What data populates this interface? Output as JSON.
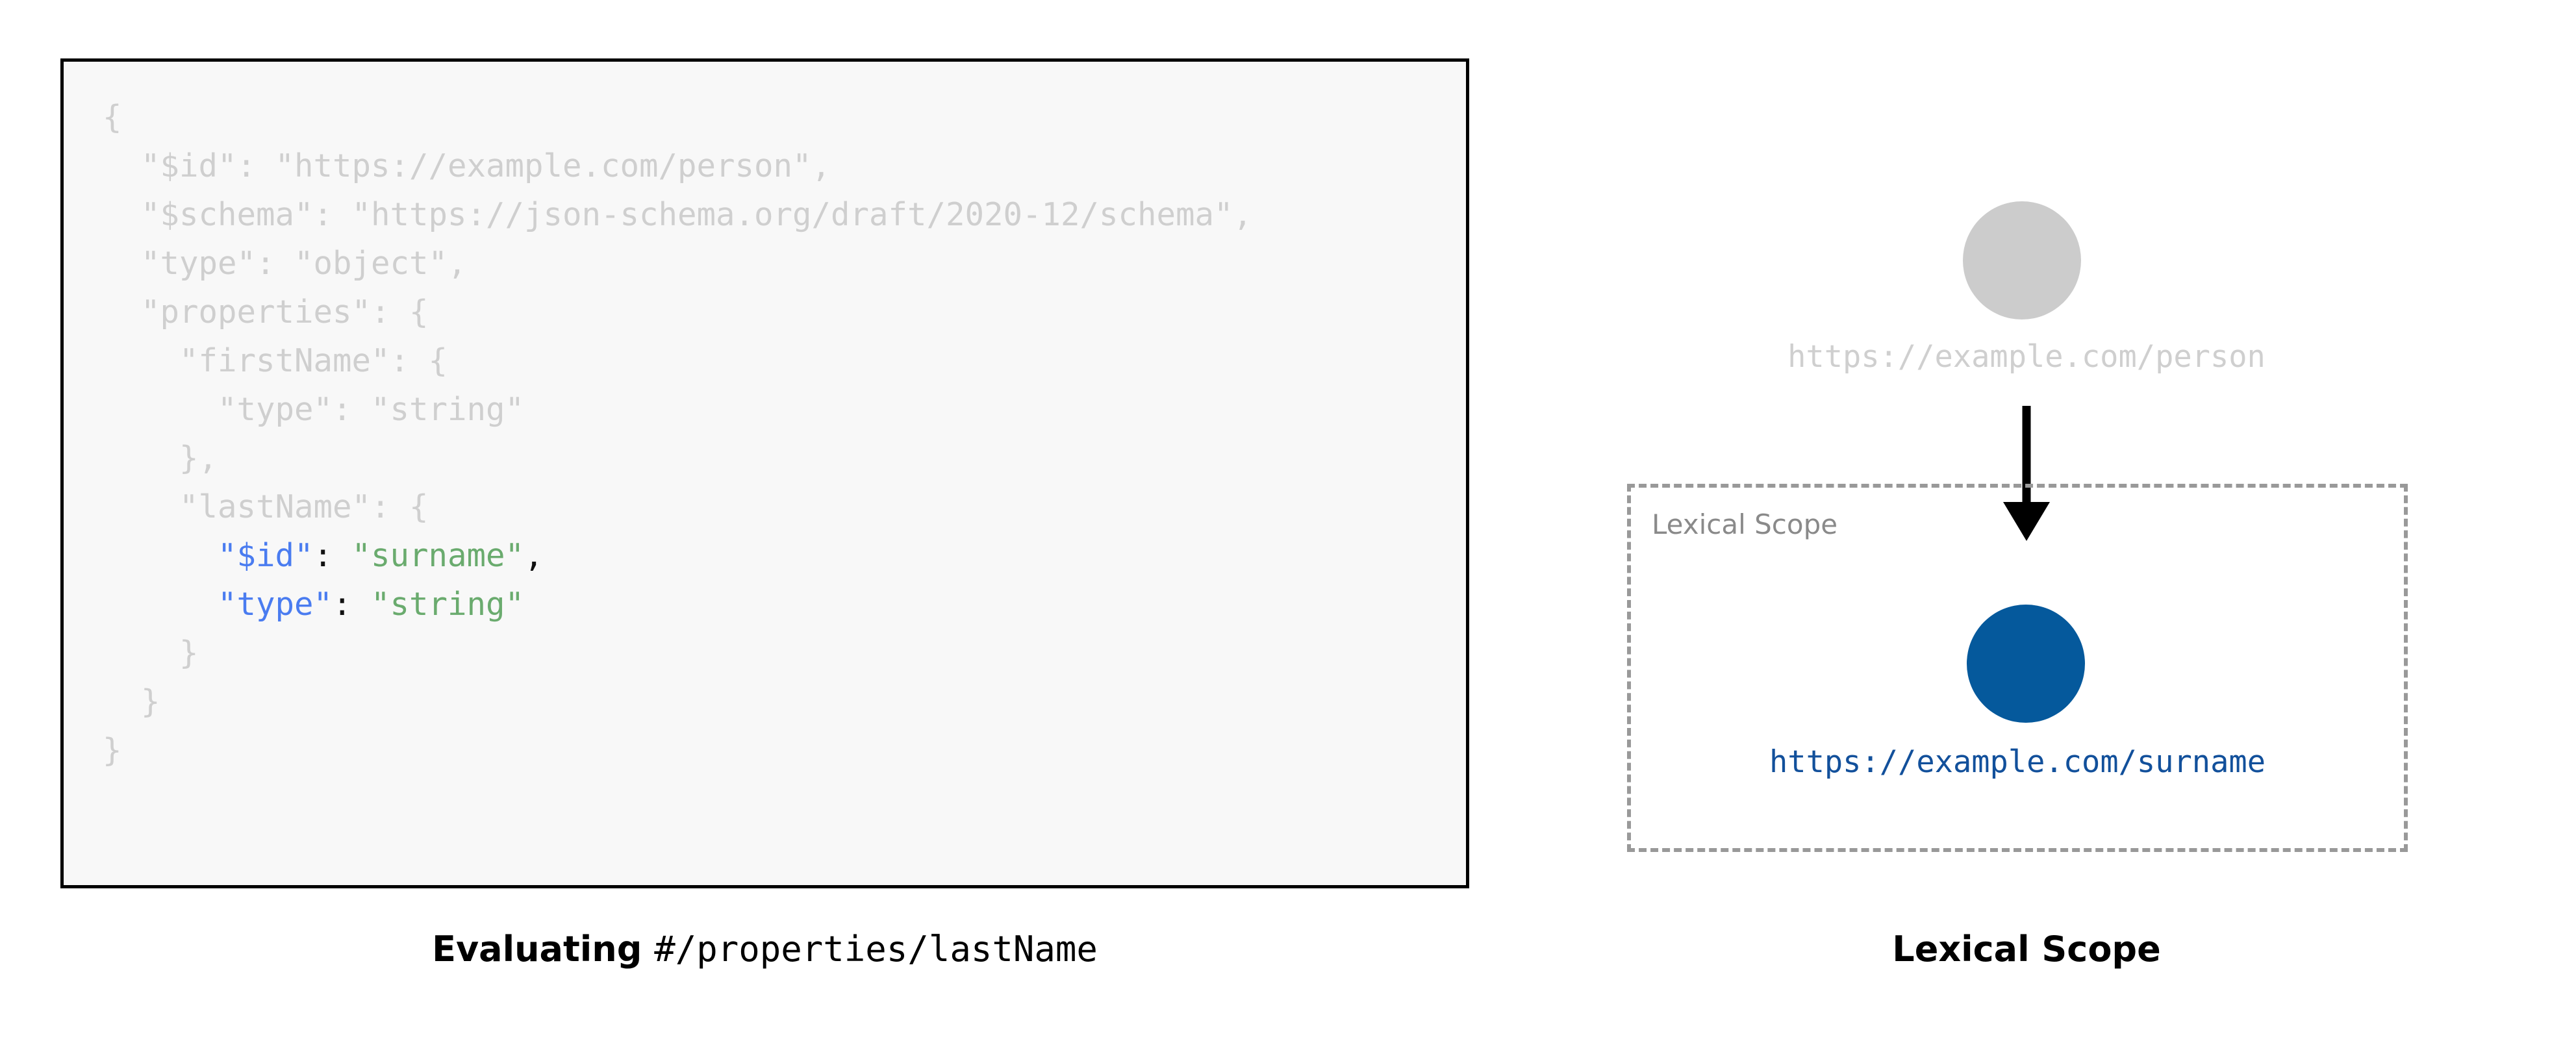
{
  "figure": {
    "title": "JSON Schema $id lexical scope illustration",
    "background": "#ffffff"
  },
  "colors": {
    "dim_text": "#cfcfcf",
    "key_blue": "#4a7cf0",
    "string_green": "#6aab6e",
    "punctuation": "#111111",
    "parent_node": "#cccccc",
    "child_node": "#05599c",
    "child_label": "#12509b",
    "scope_border": "#999999",
    "scope_label": "#8a8a8a",
    "code_box_border": "#000000",
    "code_box_background": "#f8f8f8",
    "arrow": "#000000"
  },
  "left_panel": {
    "name": "code-listing-panel",
    "code_lines": [
      {
        "indent": 0,
        "segments": [
          {
            "text": "{",
            "style": "dim"
          }
        ]
      },
      {
        "indent": 1,
        "segments": [
          {
            "text": "\"$id\": \"https://example.com/person\",",
            "style": "dim"
          }
        ]
      },
      {
        "indent": 1,
        "segments": [
          {
            "text": "\"$schema\": \"https://json-schema.org/draft/2020-12/schema\",",
            "style": "dim"
          }
        ]
      },
      {
        "indent": 1,
        "segments": [
          {
            "text": "\"type\": \"object\",",
            "style": "dim"
          }
        ]
      },
      {
        "indent": 1,
        "segments": [
          {
            "text": "\"properties\": {",
            "style": "dim"
          }
        ]
      },
      {
        "indent": 2,
        "segments": [
          {
            "text": "\"firstName\": {",
            "style": "dim"
          }
        ]
      },
      {
        "indent": 3,
        "segments": [
          {
            "text": "\"type\": \"string\"",
            "style": "dim"
          }
        ]
      },
      {
        "indent": 2,
        "segments": [
          {
            "text": "},",
            "style": "dim"
          }
        ]
      },
      {
        "indent": 2,
        "segments": [
          {
            "text": "\"lastName\": {",
            "style": "dim"
          }
        ]
      },
      {
        "indent": 3,
        "segments": [
          {
            "text": "\"$id\"",
            "style": "key"
          },
          {
            "text": ": ",
            "style": "punc"
          },
          {
            "text": "\"surname\"",
            "style": "str"
          },
          {
            "text": ",",
            "style": "punc"
          }
        ]
      },
      {
        "indent": 3,
        "segments": [
          {
            "text": "\"type\"",
            "style": "key"
          },
          {
            "text": ": ",
            "style": "punc"
          },
          {
            "text": "\"string\"",
            "style": "str"
          }
        ]
      },
      {
        "indent": 2,
        "segments": [
          {
            "text": "}",
            "style": "dim"
          }
        ]
      },
      {
        "indent": 1,
        "segments": [
          {
            "text": "}",
            "style": "dim"
          }
        ]
      },
      {
        "indent": 0,
        "segments": [
          {
            "text": "}",
            "style": "dim"
          }
        ]
      }
    ],
    "caption": {
      "bold_part": "Evaluating ",
      "mono_part": "#/properties/lastName"
    }
  },
  "right_panel": {
    "name": "lexical-scope-diagram",
    "parent_node": {
      "label": "https://example.com/person",
      "shape": "circle",
      "color": "#cccccc"
    },
    "arrow": {
      "direction": "down",
      "from": "parent_node",
      "to": "child_node"
    },
    "scope_box": {
      "label": "Lexical Scope",
      "border_style": "dashed"
    },
    "child_node": {
      "label": "https://example.com/surname",
      "shape": "circle",
      "color": "#05599c"
    },
    "caption": "Lexical Scope"
  }
}
